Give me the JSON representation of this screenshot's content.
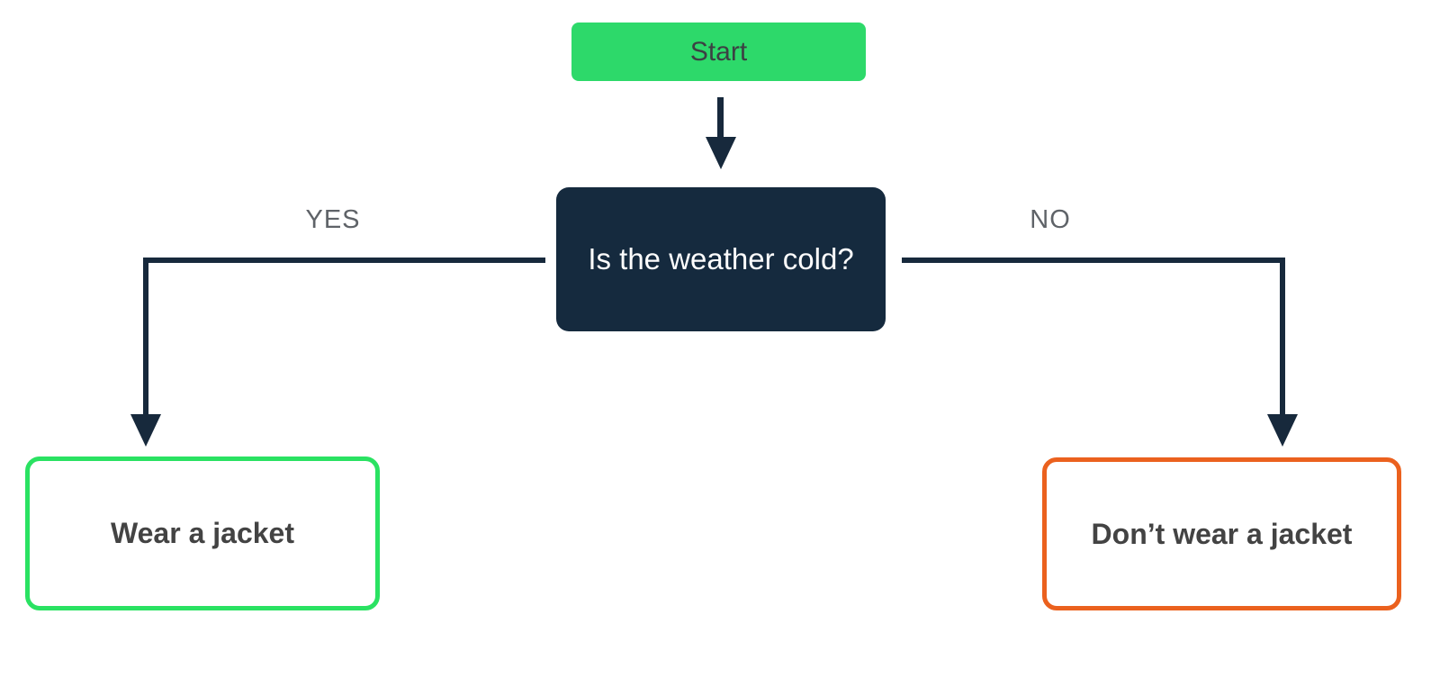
{
  "diagram": {
    "type": "flowchart",
    "background": "#ffffff",
    "line_color": "#17293c",
    "label_color": "#5f6368",
    "nodes": {
      "start": {
        "label": "Start",
        "shape": "rounded-rect",
        "fill": "#2dd96a",
        "text_color": "#3c4043"
      },
      "decision": {
        "label": "Is the weather cold?",
        "shape": "rounded-rect",
        "fill": "#152a3e",
        "text_color": "#ffffff"
      },
      "result_yes": {
        "label": "Wear a jacket",
        "shape": "rounded-rect",
        "fill": "#ffffff",
        "border_color": "#2ae262",
        "text_color": "#434343"
      },
      "result_no": {
        "label": "Don’t wear a jacket",
        "shape": "rounded-rect",
        "fill": "#ffffff",
        "border_color": "#eb611e",
        "text_color": "#434343"
      }
    },
    "edge_labels": {
      "yes": "YES",
      "no": "NO"
    },
    "edges": [
      {
        "from": "start",
        "to": "decision",
        "label": ""
      },
      {
        "from": "decision",
        "to": "result_yes",
        "label": "YES"
      },
      {
        "from": "decision",
        "to": "result_no",
        "label": "NO"
      }
    ]
  }
}
